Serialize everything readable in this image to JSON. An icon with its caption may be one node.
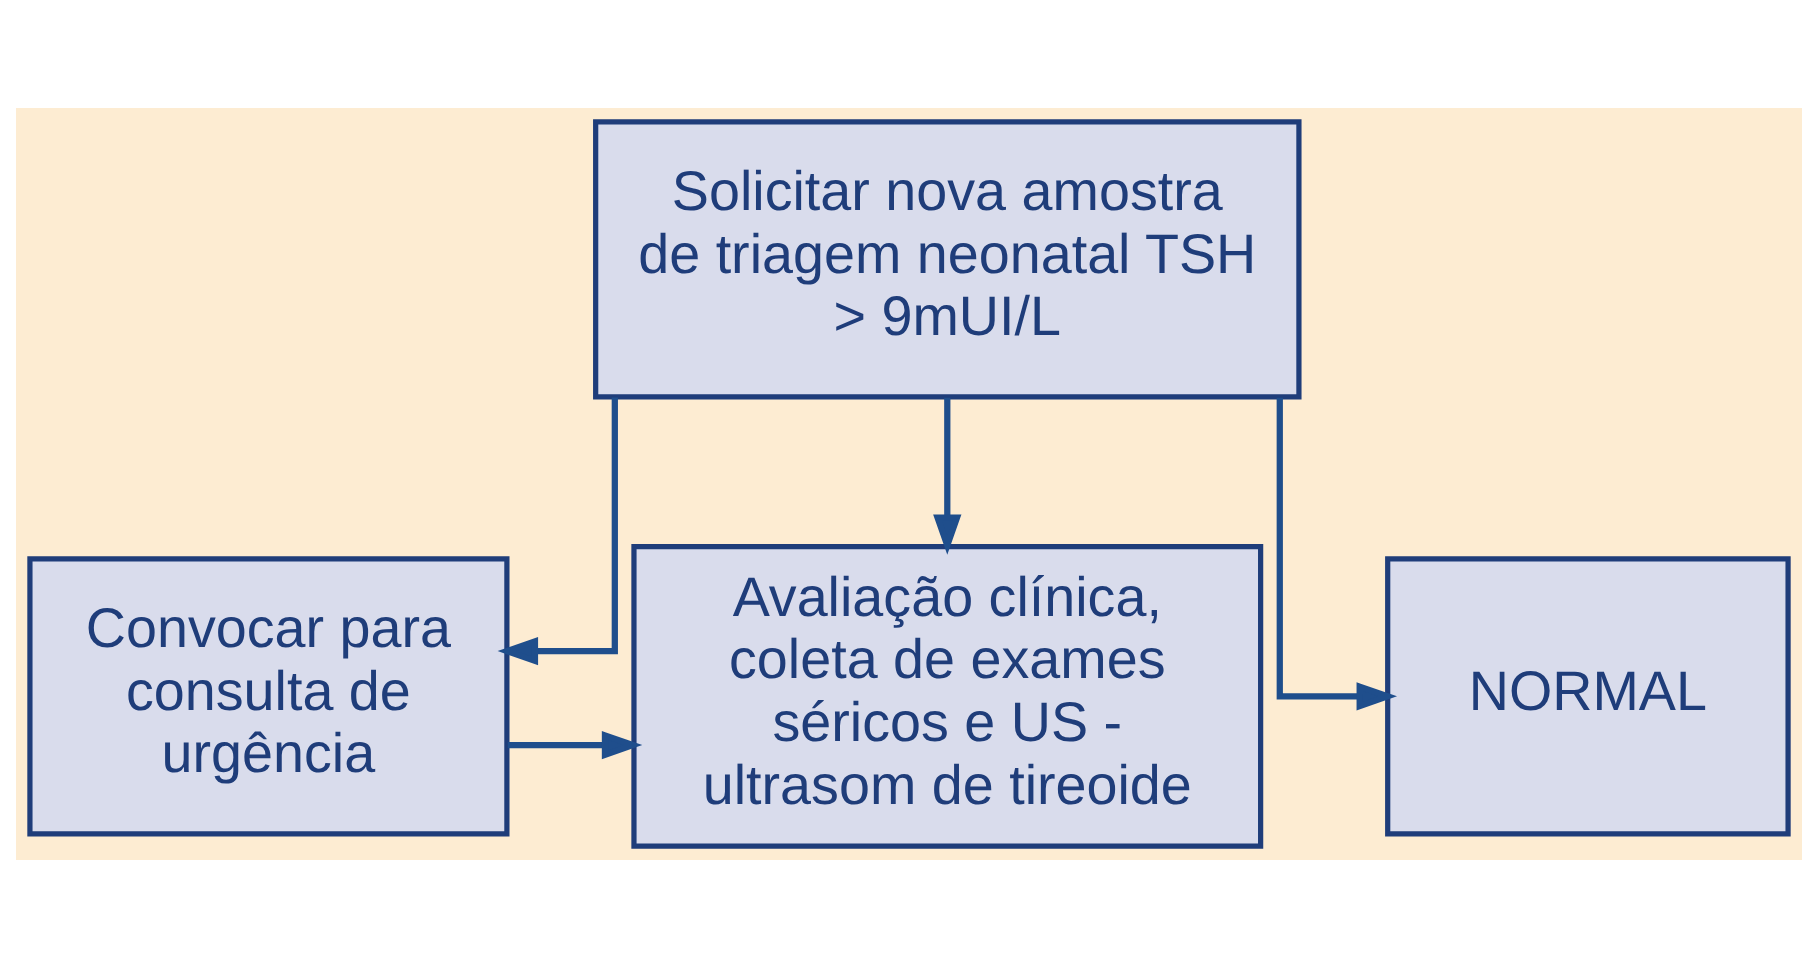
{
  "diagram": {
    "nodes": [
      {
        "text": [
          "Solicitar nova amostra de triagem neonatal TSH > 9mUI/L"
        ]
      },
      {
        "text": [
          "Convocar para consulta de urgência"
        ]
      },
      {
        "text": [
          "Avaliação clínica, coleta de exames séricos e US - ultrasom de tireoide"
        ]
      },
      {
        "text": [
          "NORMAL"
        ]
      }
    ],
    "edges": [
      {
        "from": 0,
        "to": 1,
        "arrow": "to"
      },
      {
        "from": 0,
        "to": 2,
        "arrow": "to"
      },
      {
        "from": 0,
        "to": 3,
        "arrow": "to"
      },
      {
        "from": 1,
        "to": 2,
        "arrow": "to"
      }
    ]
  }
}
